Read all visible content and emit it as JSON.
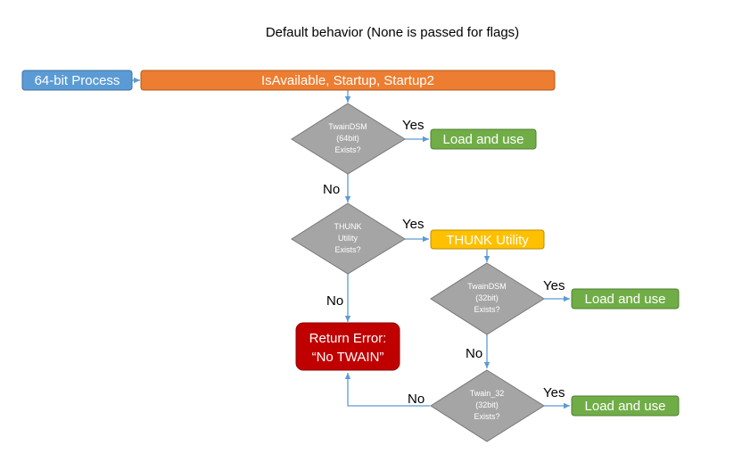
{
  "title": "Default behavior (None is passed for flags)",
  "nodes": {
    "process": {
      "label": "64-bit Process",
      "color": "#5b9bd5"
    },
    "calls": {
      "label": "IsAvailable, Startup, Startup2",
      "color": "#ed7d31"
    },
    "dsm64": {
      "lines": [
        "TwainDSM",
        "(64bit)",
        "Exists?"
      ],
      "color": "#a5a5a5"
    },
    "load1": {
      "label": "Load and use",
      "color": "#70ad47"
    },
    "thunk_check": {
      "lines": [
        "THUNK",
        "Utility",
        "Exists?"
      ],
      "color": "#a5a5a5"
    },
    "thunk": {
      "label": "THUNK Utility",
      "color": "#ffc000"
    },
    "dsm32": {
      "lines": [
        "TwainDSM",
        "(32bit)",
        "Exists?"
      ],
      "color": "#a5a5a5"
    },
    "load2": {
      "label": "Load and use",
      "color": "#70ad47"
    },
    "error": {
      "lines": [
        "Return Error:",
        "“No TWAIN”"
      ],
      "color": "#c00000"
    },
    "twain32": {
      "lines": [
        "Twain_32",
        "(32bit)",
        "Exists?"
      ],
      "color": "#a5a5a5"
    },
    "load3": {
      "label": "Load and use",
      "color": "#70ad47"
    }
  },
  "edge_labels": {
    "dsm64_yes": "Yes",
    "dsm64_no": "No",
    "thunk_yes": "Yes",
    "thunk_no": "No",
    "dsm32_yes": "Yes",
    "dsm32_no": "No",
    "twain32_yes": "Yes",
    "twain32_no": "No"
  },
  "edge_color": "#5b9bd5"
}
